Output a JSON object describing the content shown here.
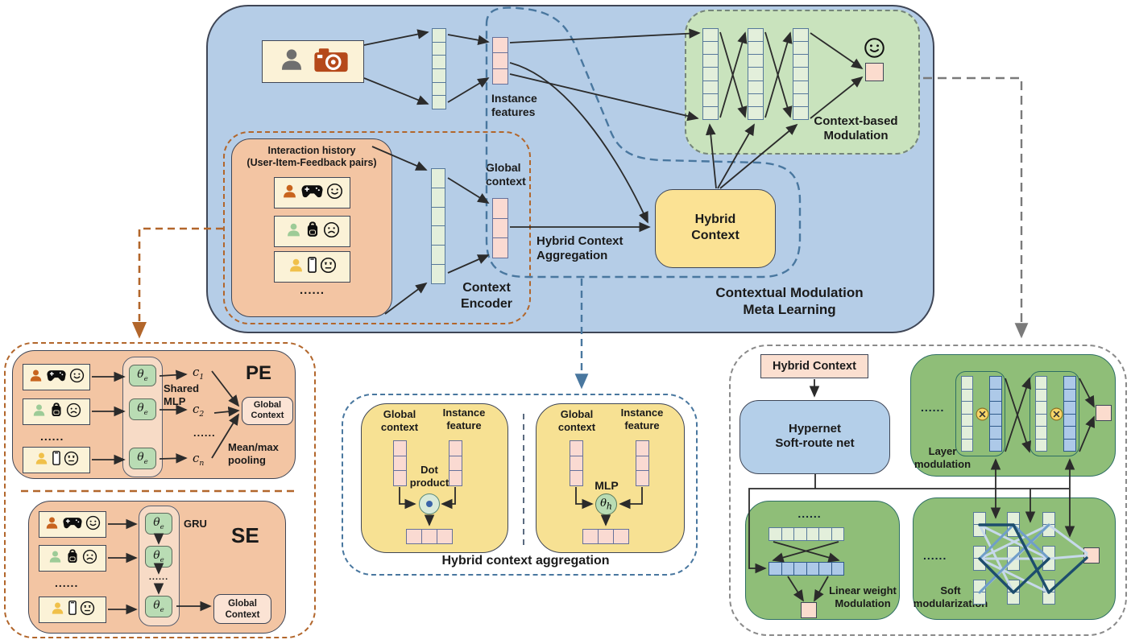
{
  "colors": {
    "main_blue": "#b5cde7",
    "mod_green": "#c9e3bd",
    "deep_green": "#8fbe78",
    "yellow": "#fbe294",
    "salmon": "#f3c5a3",
    "cream": "#fbf2d7",
    "pink_cell": "#fadad2",
    "green_cell": "#e3efdb",
    "blue_cell": "#adc9e8",
    "brown_dash": "#b2662b",
    "blue_dash": "#49779f",
    "gray_dash": "#8a8a8a"
  },
  "top": {
    "instance_features": "Instance\nfeatures",
    "global_context": "Global\ncontext",
    "context_encoder": "Context\nEncoder",
    "interaction_history": "Interaction history\n(User-Item-Feedback pairs)",
    "dots": "......",
    "hybrid_aggregation_label": "Hybrid Context\nAggregation",
    "hybrid_context": "Hybrid\nContext",
    "meta_learning": "Contextual Modulation\nMeta Learning",
    "context_modulation": "Context-based\nModulation"
  },
  "pe": {
    "title": "PE",
    "shared_mlp": "Shared\nMLP",
    "pooling": "Mean/max\npooling",
    "global_context": "Global\nContext",
    "theta": {
      "base": "θ",
      "sub": "e"
    },
    "c1": {
      "base": "c",
      "sub": "1"
    },
    "c2": {
      "base": "c",
      "sub": "2"
    },
    "cn": {
      "base": "c",
      "sub": "n"
    }
  },
  "se": {
    "title": "SE",
    "gru": "GRU",
    "global_context": "Global\nContext"
  },
  "agg": {
    "title": "Hybrid context aggregation",
    "global_context": "Global\ncontext",
    "instance_feature": "Instance\nfeature",
    "dot_product": "Dot\nproduct",
    "mlp": "MLP",
    "theta_h": {
      "base": "θ",
      "sub": "h"
    }
  },
  "right": {
    "hybrid_context": "Hybrid Context",
    "hypernet": "Hypernet\nSoft-route net",
    "layer_modulation": "Layer\nmodulation",
    "linear_weight": "Linear weight\nModulation",
    "soft_modularization": "Soft\nmodularization"
  }
}
